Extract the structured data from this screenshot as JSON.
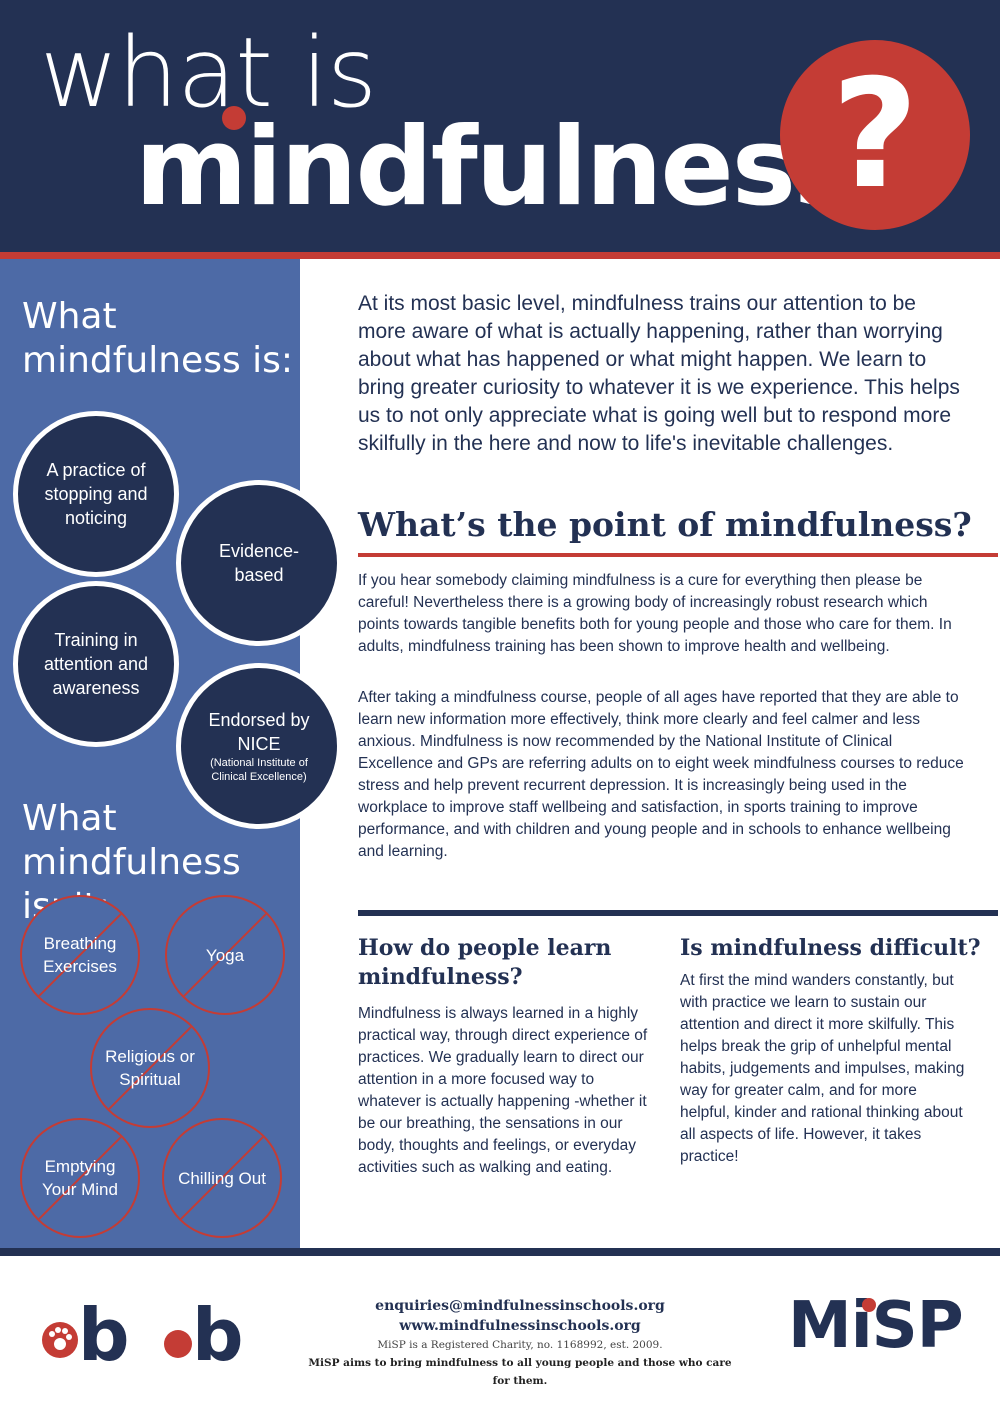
{
  "header": {
    "title_line1": "what is",
    "title_line2": "mindfulness",
    "question_mark": "?"
  },
  "sidebar": {
    "is_heading_line1": "What",
    "is_heading_line2": "mindfulness is:",
    "is_items": [
      {
        "label": "A practice of stopping and noticing"
      },
      {
        "label": "Evidence-based"
      },
      {
        "label": "Training in attention and awareness"
      },
      {
        "label": "Endorsed by NICE",
        "sub": "(National Institute of Clinical Excellence)"
      }
    ],
    "isnt_heading_line1": "What",
    "isnt_heading_line2": "mindfulness isn't:",
    "isnt_items": [
      {
        "label": "Breathing Exercises"
      },
      {
        "label": "Yoga"
      },
      {
        "label": "Religious or Spiritual"
      },
      {
        "label": "Emptying Your Mind"
      },
      {
        "label": "Chilling Out"
      }
    ]
  },
  "main": {
    "intro": "At its most basic level, mindfulness trains our attention to be more aware of what is actually happening, rather than worrying about what has happened or what might happen. We learn to bring greater curiosity to whatever it is we experience. This helps us to not only appreciate what is going well but to respond more skilfully in the here and now to life's inevitable challenges.",
    "point_heading": "What’s the point of mindfulness?",
    "point_para1": "If you hear somebody claiming mindfulness is a cure for everything then please be careful! Nevertheless there is a growing body of increasingly robust research which points towards tangible benefits both for young people and those who care for them. In adults, mindfulness training has been shown to improve health and wellbeing.",
    "point_para2": "After taking a mindfulness course, people of all ages have reported that they are able to learn new information more effectively, think more clearly and feel calmer and less anxious. Mindfulness is now recommended by the National Institute of Clinical Excellence and GPs are referring adults on to eight week mindfulness courses to reduce stress and help prevent recurrent depression. It is increasingly being used in the workplace to improve staff wellbeing and satisfaction, in sports training to improve performance, and with children and young people and in schools to enhance wellbeing and learning.",
    "learn_heading": "How do people learn mindfulness?",
    "learn_text": "Mindfulness is always learned in a highly practical way, through direct experience of practices. We gradually learn to direct our attention in a more focused way to whatever is actually happening -whether it be our breathing, the sensations in our body, thoughts and feelings, or everyday activities such as walking and eating.",
    "difficult_heading": "Is mindfulness difficult?",
    "difficult_text": "At first the mind wanders constantly, but with practice we learn to sustain our attention and direct it more skilfully. This helps break the grip of unhelpful mental habits, judgements and impulses, making way for greater calm, and for more helpful, kinder and rational thinking about all aspects of life. However, it takes practice!"
  },
  "footer": {
    "email": "enquiries@mindfulnessinschools.org",
    "website": "www.mindfulnessinschools.org",
    "charity": "MiSP is a Registered Charity, no. 1168992, est. 2009.",
    "tagline": "MiSP aims to bring mindfulness to all young people and those who care for them.",
    "logo_left": ".b .b",
    "logo_right": "MiSP"
  },
  "colors": {
    "navy": "#233153",
    "red": "#c43c35",
    "blue": "#4d6aa6"
  }
}
